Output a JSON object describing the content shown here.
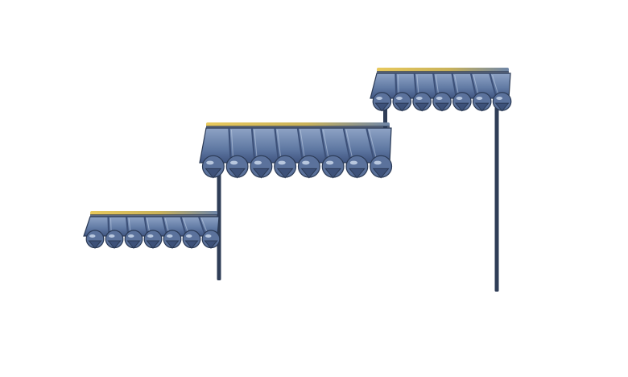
{
  "illustration": {
    "subject": "stepped-eave-roofs",
    "colors": {
      "background": "#ffffff",
      "tile_light": "#7d93b9",
      "tile_mid": "#5b729c",
      "tile_dark": "#3d5179",
      "outline": "#2b3a55",
      "ridge_gold": "#e2c25a",
      "post": "#2f3d57",
      "highlight": "#c9d6ea"
    },
    "sections": [
      {
        "name": "lower-eave",
        "tiles": 7
      },
      {
        "name": "middle-eave",
        "tiles": 8
      },
      {
        "name": "upper-eave",
        "tiles": 7
      }
    ],
    "posts": [
      {
        "name": "left-post"
      },
      {
        "name": "right-post"
      }
    ]
  }
}
